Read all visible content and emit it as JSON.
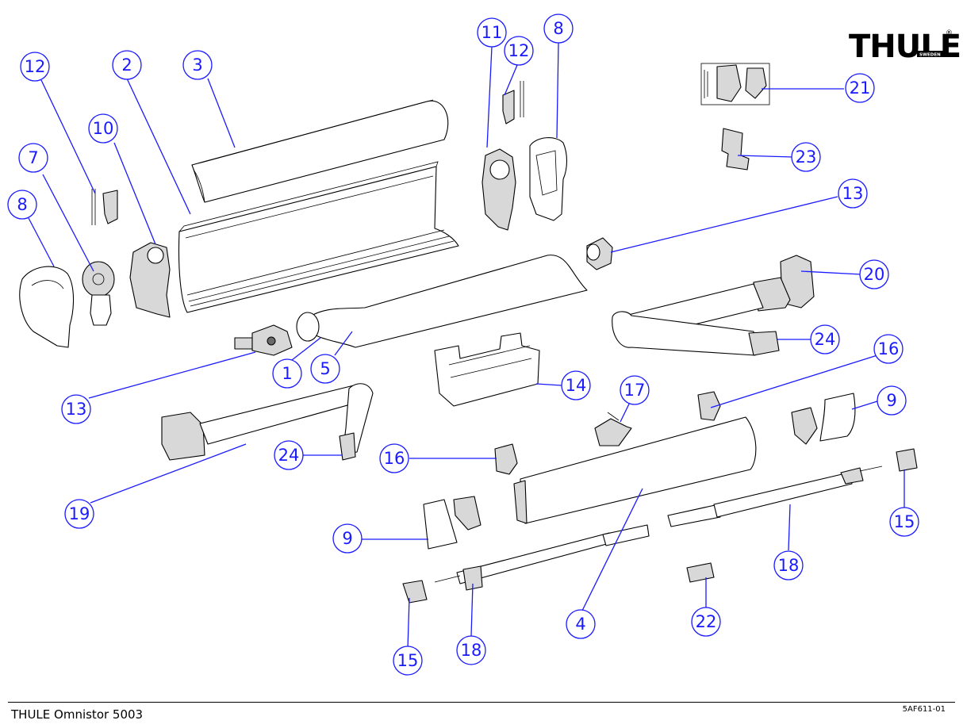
{
  "brand": {
    "logo_text": "THULE",
    "logo_subtext": "SWEDEN",
    "registered_mark": "®"
  },
  "footer": {
    "title": "THULE Omnistor 5003",
    "drawing_code": "5AF611-01"
  },
  "callouts": [
    "12",
    "2",
    "3",
    "10",
    "7",
    "8",
    "13",
    "1",
    "5",
    "11",
    "12",
    "8",
    "13",
    "21",
    "23",
    "20",
    "24",
    "14",
    "17",
    "16",
    "9",
    "19",
    "24",
    "16",
    "9",
    "15",
    "18",
    "4",
    "22",
    "18",
    "15"
  ],
  "colors": {
    "callout": "#1a1aff",
    "line": "#000000",
    "background": "#ffffff"
  }
}
